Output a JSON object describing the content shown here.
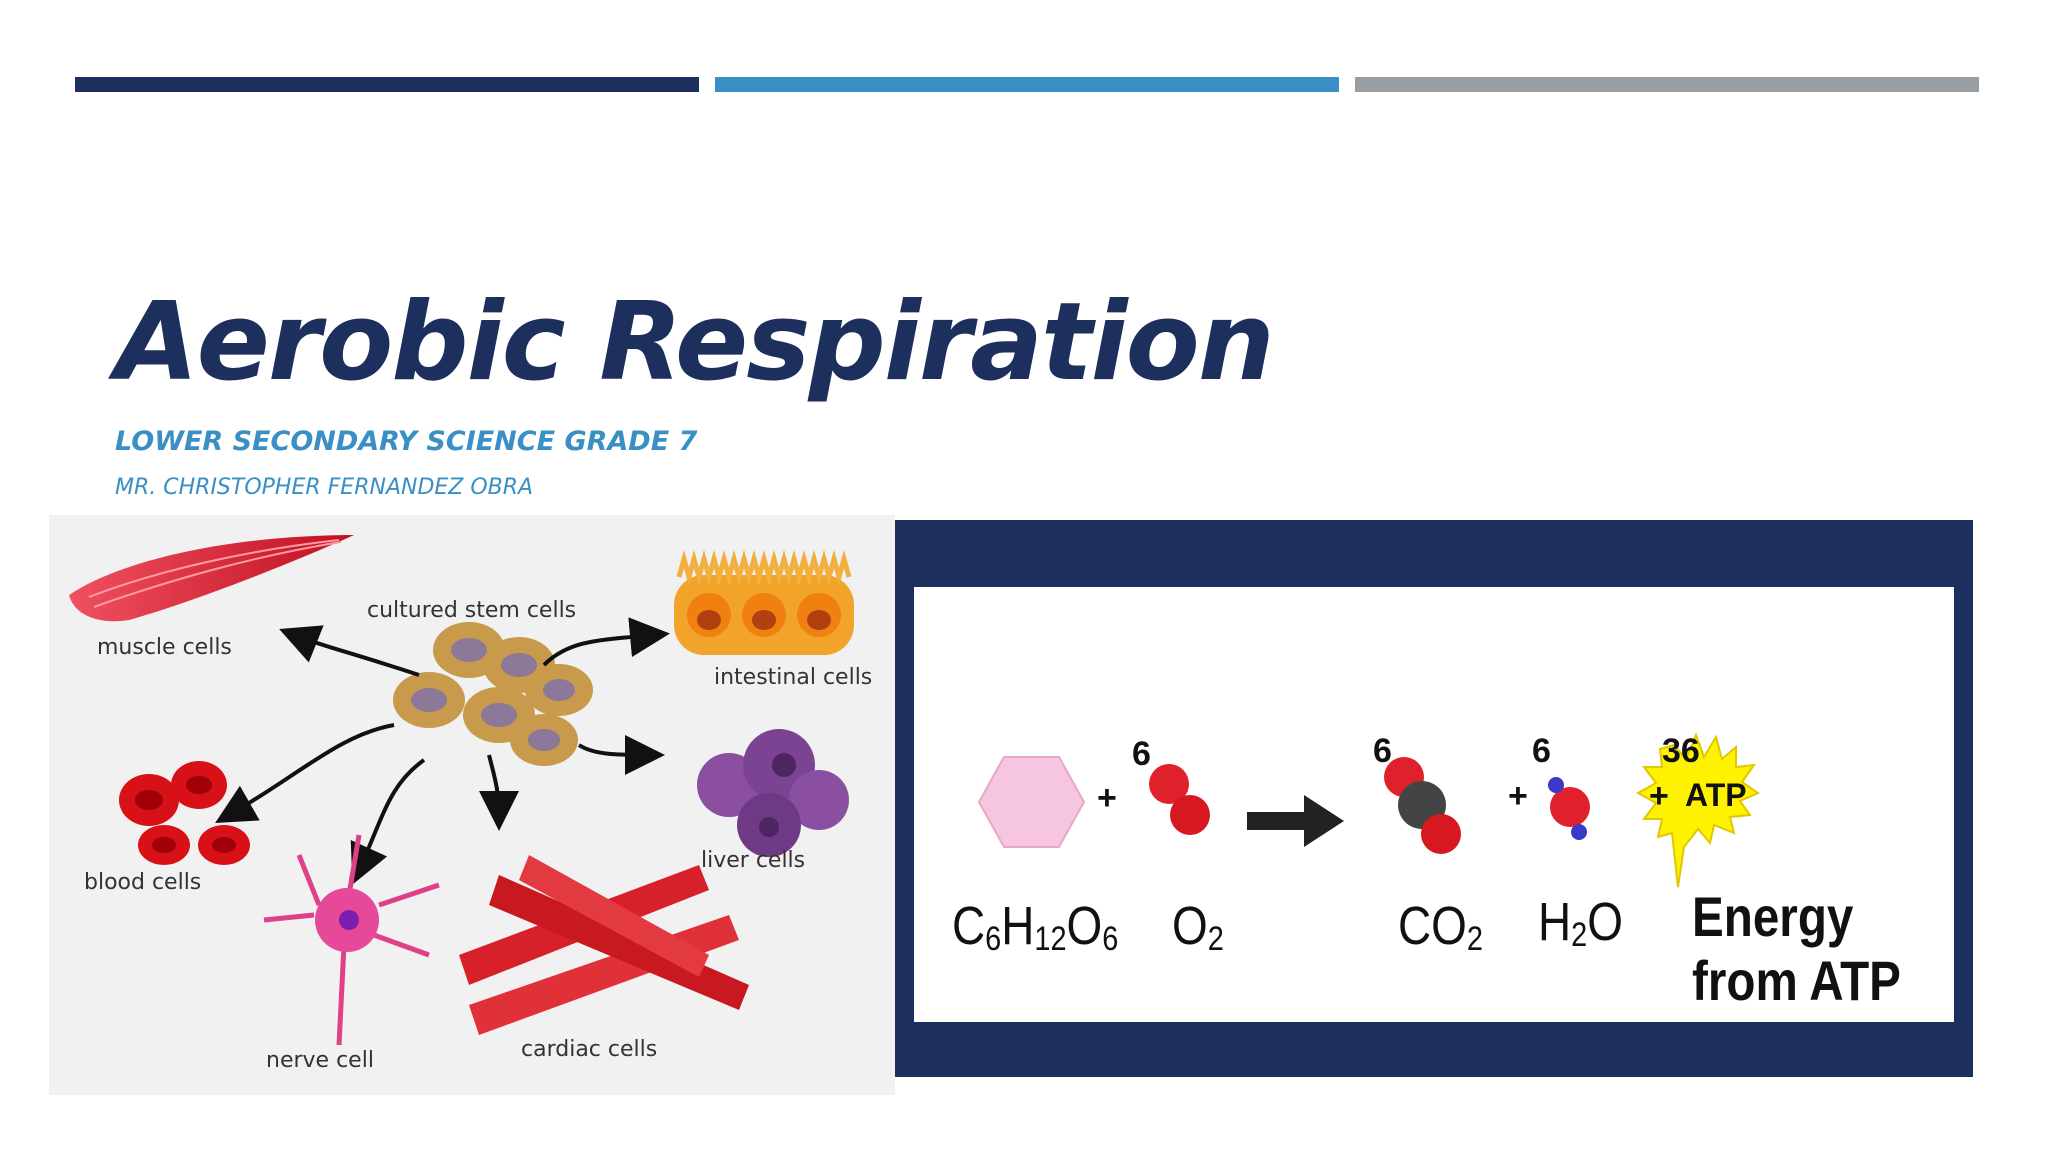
{
  "slide": {
    "title": "Aerobic Respiration",
    "subtitle": "LOWER SECONDARY SCIENCE GRADE 7",
    "author": "MR. CHRISTOPHER FERNANDEZ OBRA"
  },
  "colors": {
    "navy": "#1c2f5d",
    "blue": "#3a8fc4",
    "gray": "#979fa5"
  },
  "cell_diagram": {
    "center": "cultured stem cells",
    "labels": {
      "muscle": "muscle cells",
      "intestinal": "intestinal cells",
      "blood": "blood cells",
      "liver": "liver cells",
      "nerve": "nerve cell",
      "cardiac": "cardiac cells"
    }
  },
  "equation": {
    "glucose": {
      "C": "C",
      "c_sub": "6",
      "H": "H",
      "h_sub": "12",
      "O": "O",
      "o_sub": "6"
    },
    "oxygen": {
      "sym": "O",
      "sub": "2",
      "coef": "6"
    },
    "carbon_dioxide": {
      "sym": "CO",
      "sub": "2",
      "coef": "6"
    },
    "water": {
      "H": "H",
      "h_sub": "2",
      "O": "O",
      "coef": "6"
    },
    "atp": {
      "label": "ATP",
      "coef": "36"
    },
    "energy": {
      "line1": "Energy",
      "line2": "from ATP"
    },
    "plus": "+"
  }
}
